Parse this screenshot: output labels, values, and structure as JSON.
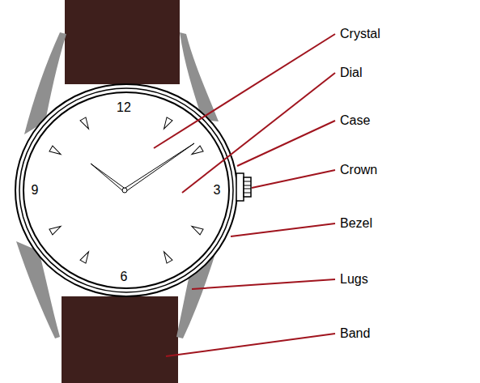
{
  "diagram": {
    "labels": [
      "Crystal",
      "Dial",
      "Case",
      "Crown",
      "Bezel",
      "Lugs",
      "Band",
      "12",
      "3",
      "6",
      "9"
    ]
  }
}
